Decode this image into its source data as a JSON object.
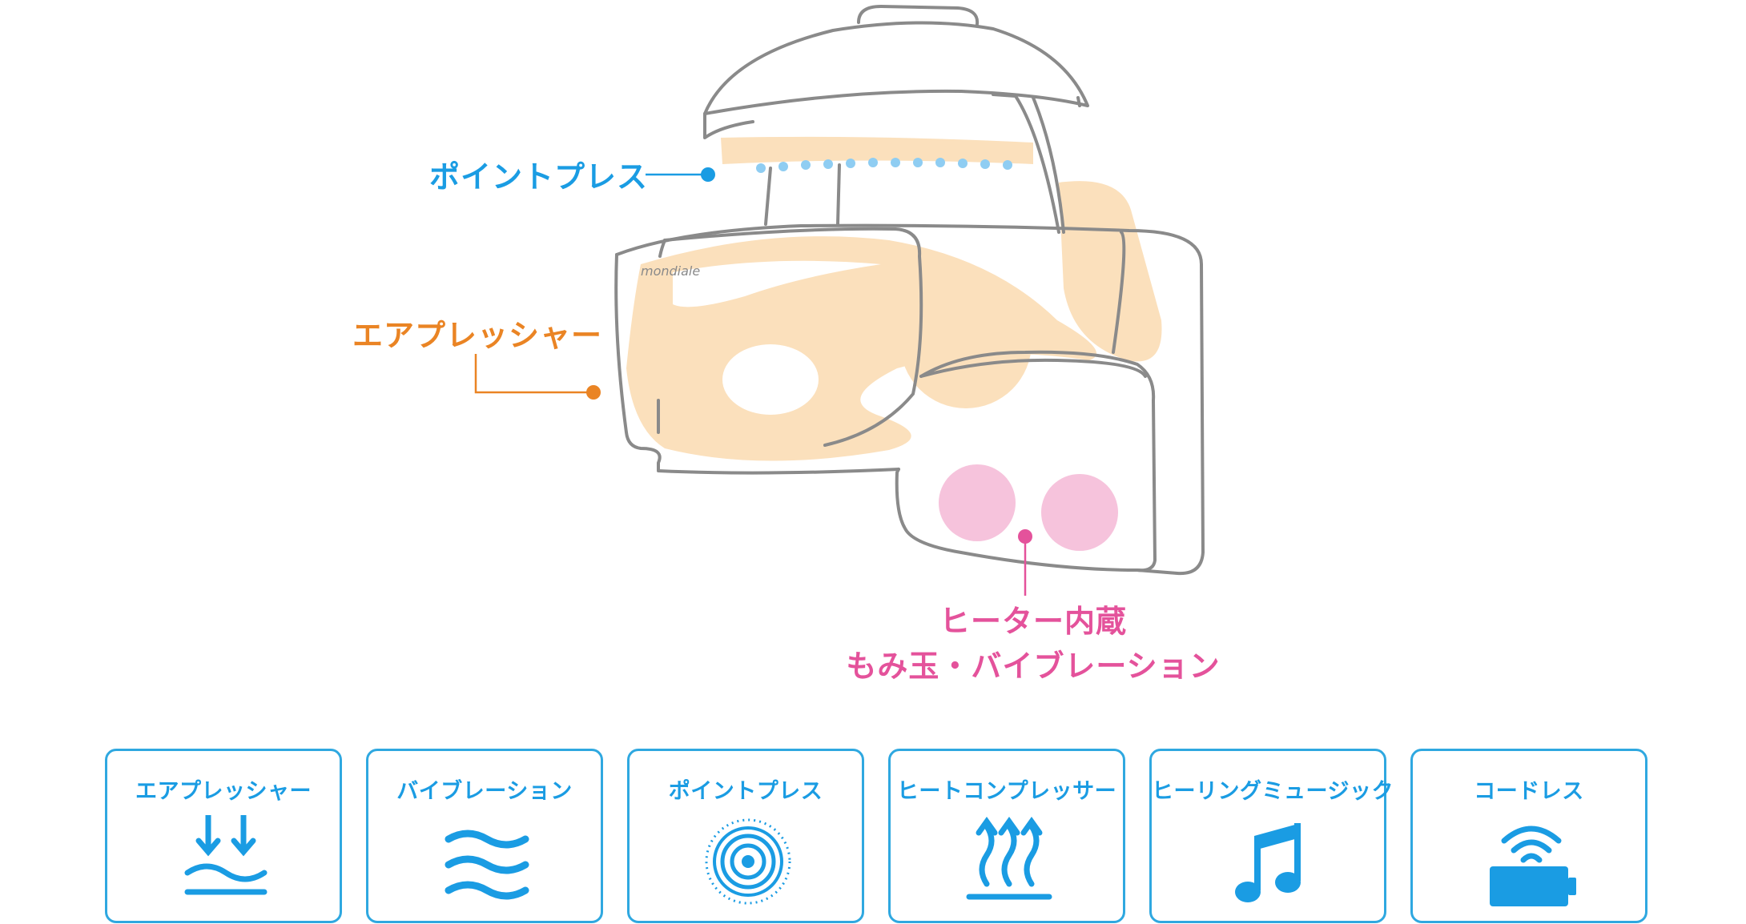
{
  "colors": {
    "blue": "#1a9ce3",
    "orange": "#ea8424",
    "pink": "#e4529b",
    "beige": "#fbe0bc",
    "pink_light": "#f6c3dc",
    "outline": "#8a8a8a",
    "card_border": "#2fa8e0"
  },
  "device": {
    "brand_logo": "mondiale"
  },
  "callouts": {
    "point_press": "ポイントプレス",
    "air_pressure": "エアプレッシャー",
    "heater_line1": "ヒーター内蔵",
    "heater_line2": "もみ玉・バイブレーション"
  },
  "features": [
    {
      "label": "エアプレッシャー",
      "icon": "air-pressure-icon"
    },
    {
      "label": "バイブレーション",
      "icon": "vibration-waves-icon"
    },
    {
      "label": "ポイントプレス",
      "icon": "point-press-icon"
    },
    {
      "label": "ヒートコンプレッサー",
      "icon": "heat-icon"
    },
    {
      "label": "ヒーリングミュージック",
      "icon": "music-note-icon"
    },
    {
      "label": "コードレス",
      "icon": "cordless-battery-icon"
    }
  ]
}
